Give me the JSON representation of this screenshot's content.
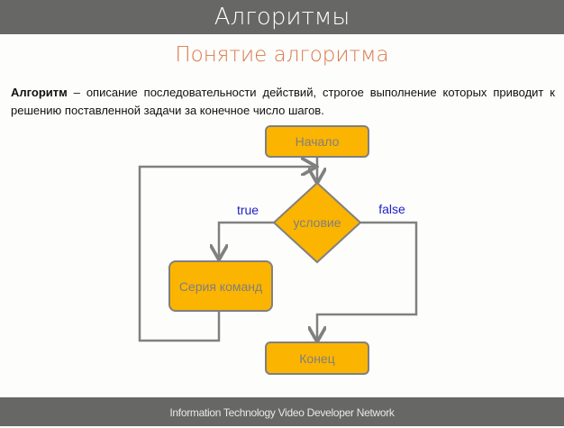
{
  "header": {
    "title": "Алгоритмы"
  },
  "slide": {
    "subtitle": "Понятие алгоритма",
    "term": "Алгоритм",
    "definition": " – описание последовательности действий, строгое выполнение которых приводит к решению поставленной задачи за конечное число шагов."
  },
  "flowchart": {
    "start": "Начало",
    "condition": "условие",
    "true_label": "true",
    "false_label": "false",
    "process": "Серия команд",
    "end": "Конец",
    "colors": {
      "fill": "#fbb400",
      "stroke": "#808080",
      "text": "#7f7f7f",
      "branch_label": "#1f1fc8"
    }
  },
  "footer": {
    "text": "Information Technology Video Developer Network"
  }
}
